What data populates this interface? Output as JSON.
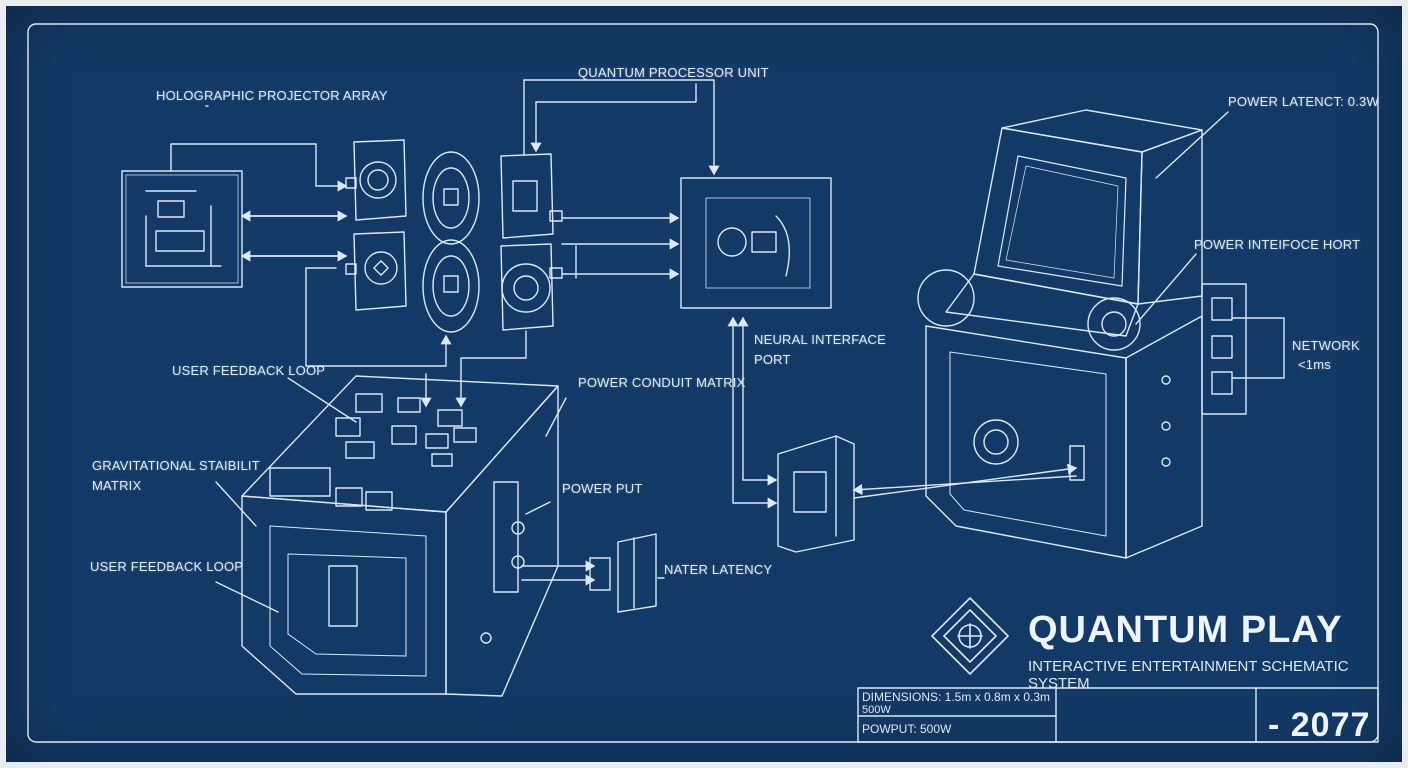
{
  "labels": {
    "holographic": "HOLOGRAPHIC PROJECTOR ARRAY",
    "quantum_processor": "QUANTUM PROCESSOR UNIT",
    "power_latency": "POWER LATENCT: 0.3W",
    "power_interface": "POWER INTEIFOCE HORT",
    "network_1": "NETWORK",
    "network_2": "<1ms",
    "neural_1": "NEURAL INTERFACE",
    "neural_2": "PORT",
    "user_feedback_top": "USER FEEDBACK LOOP",
    "power_conduit": "POWER CONDUIT MATRIX",
    "gravitational_1": "GRAVITATIONAL STAIBILIT",
    "gravitational_2": "MATRIX",
    "power_put": "POWER PUT",
    "user_feedback_bottom": "USER FEEDBACK LOOP",
    "water_latency": "NATER LATENCY"
  },
  "logo": {
    "title": "QUANTUM PLAY",
    "subtitle": "INTERACTIVE ENTERTAINMENT SCHEMATIC SYSTEM"
  },
  "title_block": {
    "dimensions": "DIMENSIONS: 1.5m x 0.8m x 0.3m",
    "dimensions_2": "500W",
    "power_input": "POWPUT: 500W",
    "year": "- 2077"
  },
  "colors": {
    "background": "#133a66",
    "line": "#dbe8f6",
    "paper_edge": "#e9edf1"
  }
}
